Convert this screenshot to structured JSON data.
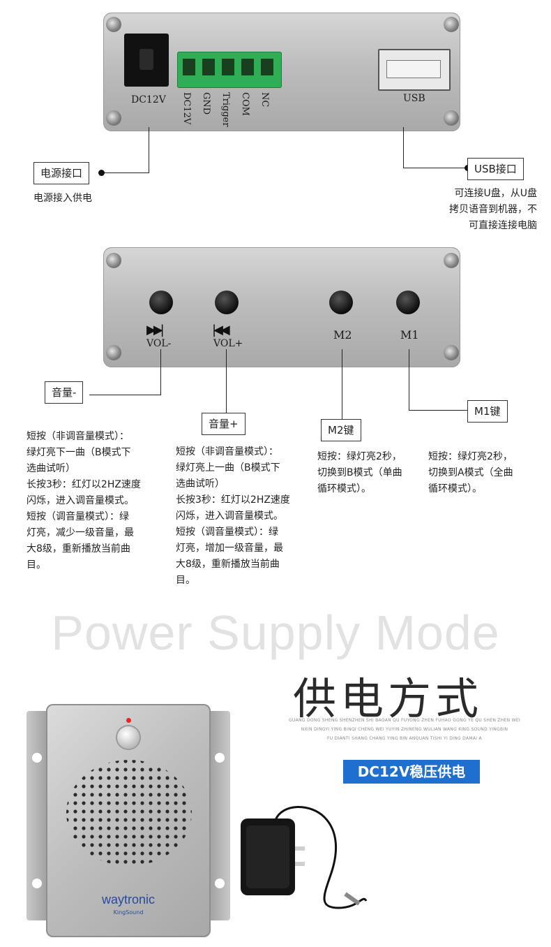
{
  "back_panel": {
    "dc_label": "DC12V",
    "terminal_labels": [
      "DC12V",
      "GND",
      "Trigger",
      "COM",
      "NC"
    ],
    "usb_label": "USB"
  },
  "power_port": {
    "title": "电源接口",
    "description": "电源接入供电"
  },
  "usb_port": {
    "title": "USB接口",
    "description_lines": [
      "可连接U盘，从U盘",
      "拷贝语音到机器，不",
      "可直接连接电脑"
    ]
  },
  "front_panel": {
    "vol_minus_label": "VOL-",
    "vol_plus_label": "VOL+",
    "m2_label": "M2",
    "m1_label": "M1"
  },
  "vol_minus": {
    "title": "音量-",
    "description_lines": [
      "短按（非调音量模式）：",
      "绿灯亮下一曲（B模式下",
      "选曲试听）",
      "长按3秒：红灯以2HZ速度",
      "闪烁，进入调音量模式。",
      "短按（调音量模式）：绿",
      "灯亮，减少一级音量，最",
      "大8级，重新播放当前曲",
      "目。"
    ]
  },
  "vol_plus": {
    "title": "音量+",
    "description_lines": [
      "短按（非调音量模式）：",
      "绿灯亮上一曲（B模式下",
      "选曲试听）",
      "长按3秒：红灯以2HZ速度",
      "闪烁，进入调音量模式。",
      "短按（调音量模式）：绿",
      "灯亮，增加一级音量，最",
      "大8级，重新播放当前曲",
      "目。"
    ]
  },
  "m2_key": {
    "title": "M2键",
    "description_lines": [
      "短按：绿灯亮2秒，",
      "切换到B模式（单曲",
      "循环模式）。"
    ]
  },
  "m1_key": {
    "title": "M1键",
    "description_lines": [
      "短按：绿灯亮2秒，",
      "切换到A模式（全曲",
      "循环模式）。"
    ]
  },
  "power_section": {
    "title_en": "Power Supply Mode",
    "title_cn": "供电方式",
    "pinyin_lines": [
      "GUANG DONG SHENG SHENZHEN SHI BAOAN QU FUYONG ZHEN  FUHAO GONG YE QU SHEN ZHEN WEI",
      "NXIN DINGYI YING BINQI CHENG   WEI YUYIN ZHINENG WULIAN WANG  KING SOUND YINGBIN",
      "FU DIANTI SHANG CHANG YING BIN ANQUAN TISHI YI DING DAMAI A"
    ],
    "badge": "DC12V稳压供电"
  },
  "device": {
    "brand": "waytronic",
    "sub_brand": "KingSound"
  }
}
